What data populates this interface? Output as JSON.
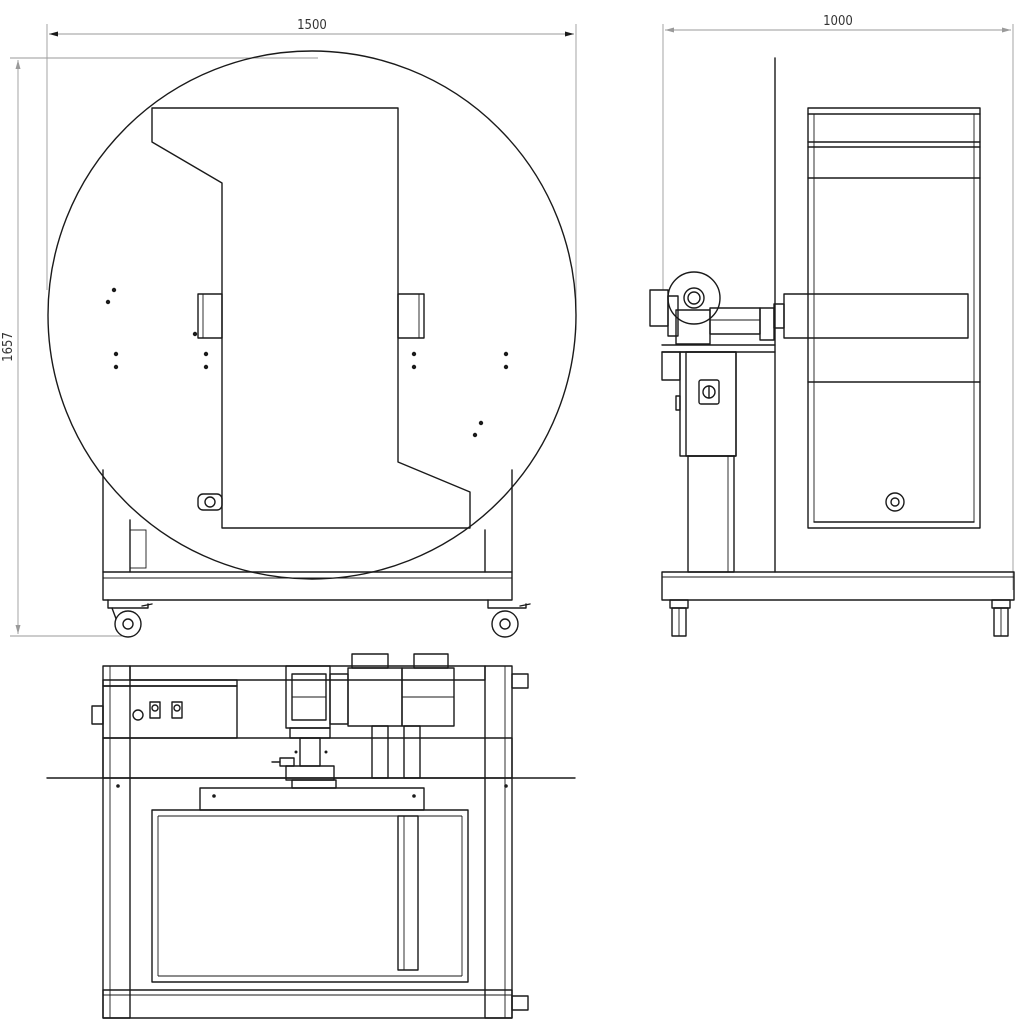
{
  "dimensions": {
    "front_width": "1500",
    "side_width": "1000",
    "overall_height": "1657"
  },
  "colors": {
    "line": "#1a1a1a",
    "dimension_line": "#9a9a9a",
    "background": "#ffffff"
  }
}
